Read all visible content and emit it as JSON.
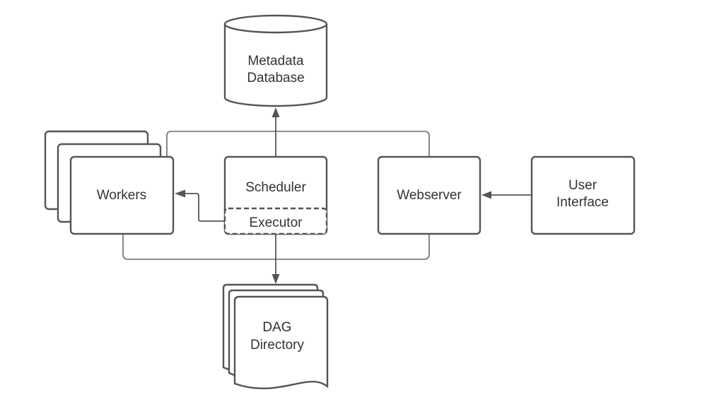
{
  "nodes": {
    "metadata_database": {
      "line1": "Metadata",
      "line2": "Database"
    },
    "workers": {
      "label": "Workers"
    },
    "scheduler": {
      "label": "Scheduler"
    },
    "executor": {
      "label": "Executor"
    },
    "webserver": {
      "label": "Webserver"
    },
    "user_interface": {
      "line1": "User",
      "line2": "Interface"
    },
    "dag_directory": {
      "line1": "DAG",
      "line2": "Directory"
    }
  },
  "colors": {
    "stroke": "#555555",
    "connector": "#6b6b6b",
    "text": "#333333",
    "background": "#ffffff"
  }
}
